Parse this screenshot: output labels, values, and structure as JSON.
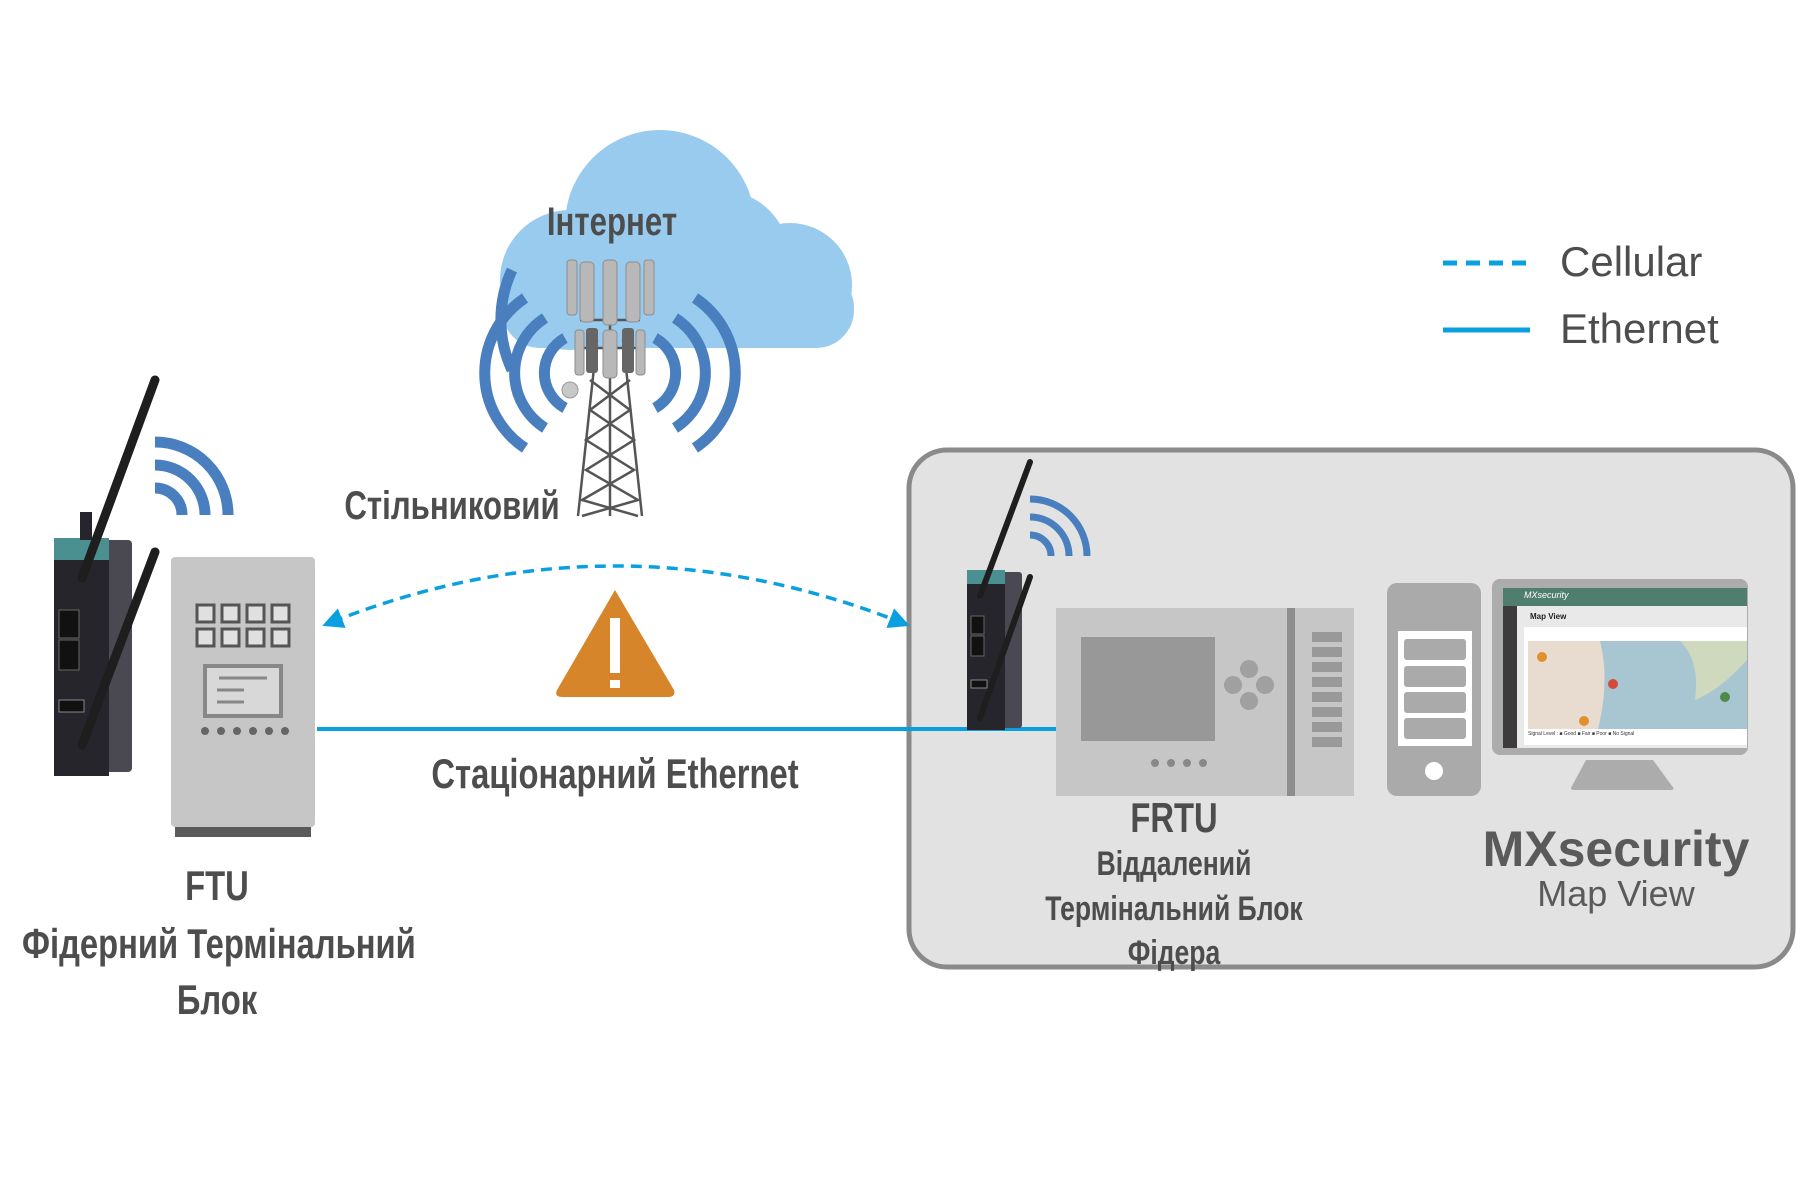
{
  "labels": {
    "internet": "Інтернет",
    "cellular_tower": "Стільниковий",
    "fixed_ethernet": "Стаціонарний Ethernet",
    "ftu_title": "FTU",
    "ftu_line1": "Фідерний Термінальний",
    "ftu_line2": "Блок",
    "frtu_title": "FRTU",
    "frtu_line1": "Віддалений",
    "frtu_line2": "Термінальний Блок",
    "frtu_line3": "Фідера",
    "mxsecurity_title": "MXsecurity",
    "mxsecurity_subtitle": "Map View"
  },
  "legend": {
    "items": [
      {
        "label": "Cellular",
        "style": "dashed"
      },
      {
        "label": "Ethernet",
        "style": "solid"
      }
    ]
  },
  "screen": {
    "app_name": "MXsecurity",
    "page_title": "Map View",
    "signal_legend": "Signal Level :  ■ Good  ■ Fair  ■ Poor  ■ No Signal"
  },
  "colors": {
    "link_blue": "#0aa0e0",
    "wifi_blue": "#4a7fbf",
    "cloud": "#99cbef",
    "warning": "#d6852a",
    "text": "#4d4d4d",
    "box_fill": "#e2e2e2",
    "box_border": "#8a8a8a",
    "app_header": "#4f7e6f"
  },
  "icons": {
    "warning": "warning-triangle-icon",
    "cloud": "cloud-icon",
    "tower": "cell-tower-icon",
    "wifi": "wifi-signal-icon"
  }
}
